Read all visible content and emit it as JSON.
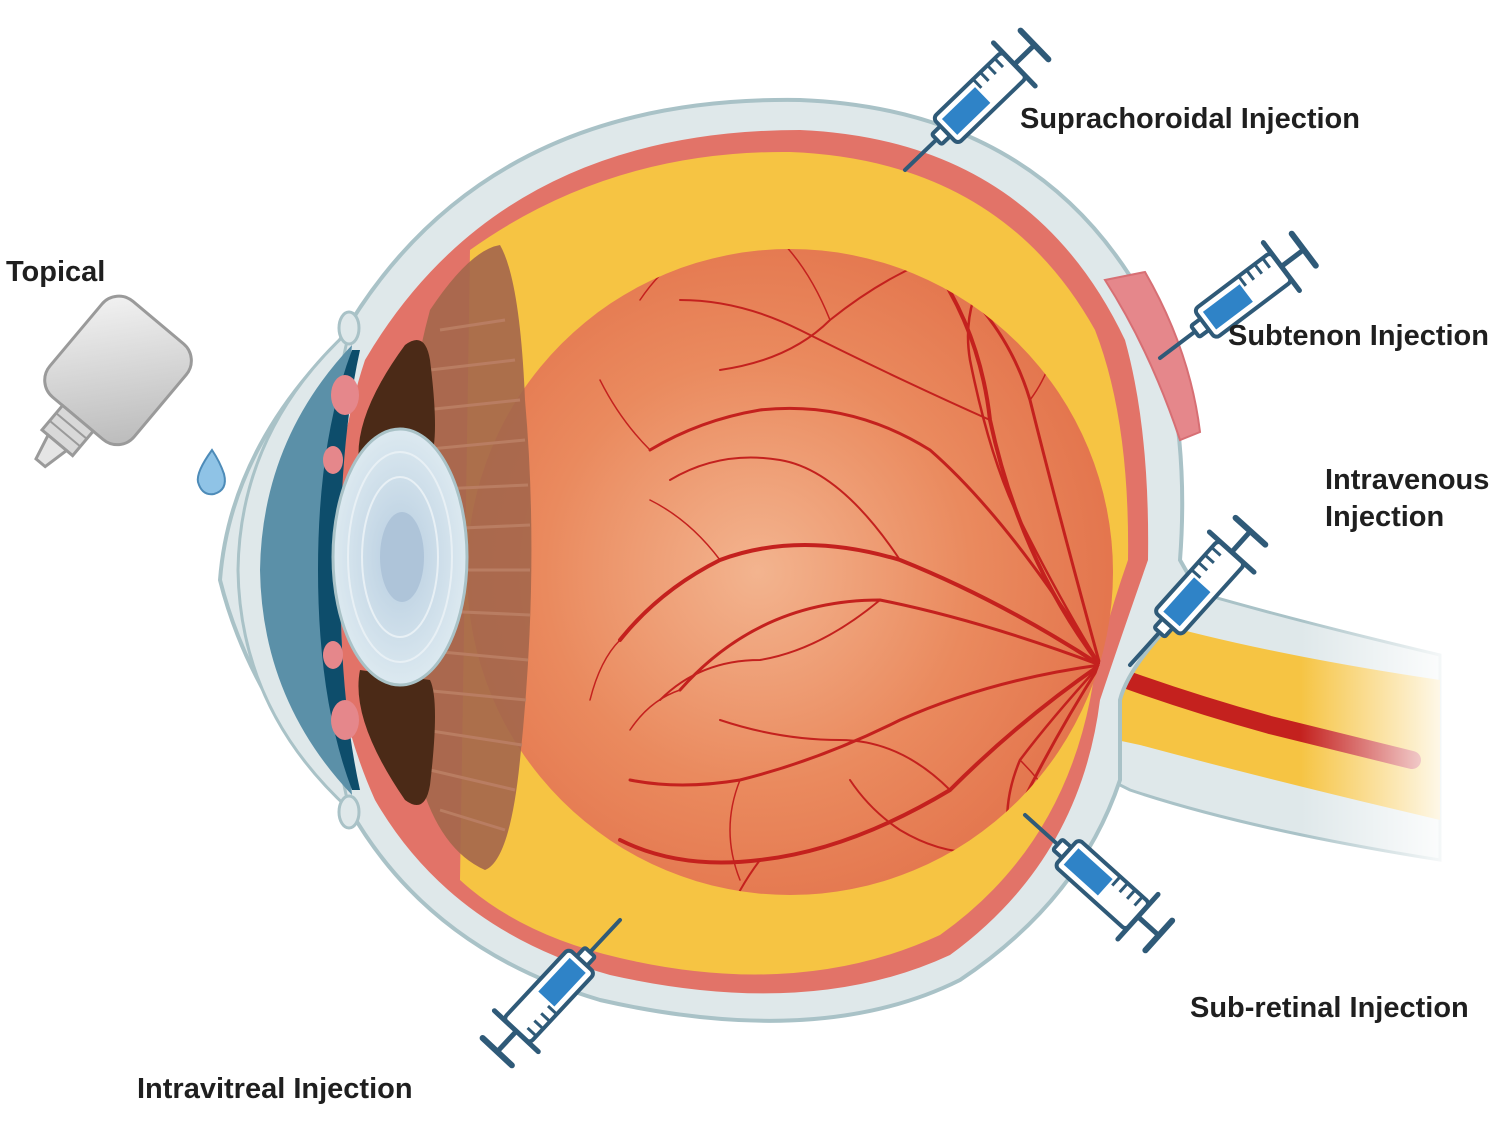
{
  "labels": {
    "topical": "Topical",
    "suprachoroidal": "Suprachoroidal Injection",
    "subtenon": "Subtenon Injection",
    "intravenous_line1": "Intravenous",
    "intravenous_line2": "Injection",
    "subretinal": "Sub-retinal Injection",
    "intravitreal": "Intravitreal Injection"
  },
  "colors": {
    "sclera": "#dfe8ea",
    "sclera_edge": "#a9c2c7",
    "choroid": "#e27368",
    "retina": "#f6c443",
    "vitreous": "#e9855d",
    "vessel": "#c4211e",
    "lens": "#c6dbe8",
    "cornea_dark": "#0d4d6b",
    "iris": "#4b2a17",
    "ciliary_body": "#a5674c",
    "syringe_barrel_fill": "#2f83c7",
    "syringe_outline": "#2f5a78",
    "optic_nerve": "#f6c443",
    "tenon_muscle": "#e5878b"
  },
  "icons": {
    "eye_drop": "eye-drop-bottle-icon",
    "syringe": "syringe-icon"
  }
}
